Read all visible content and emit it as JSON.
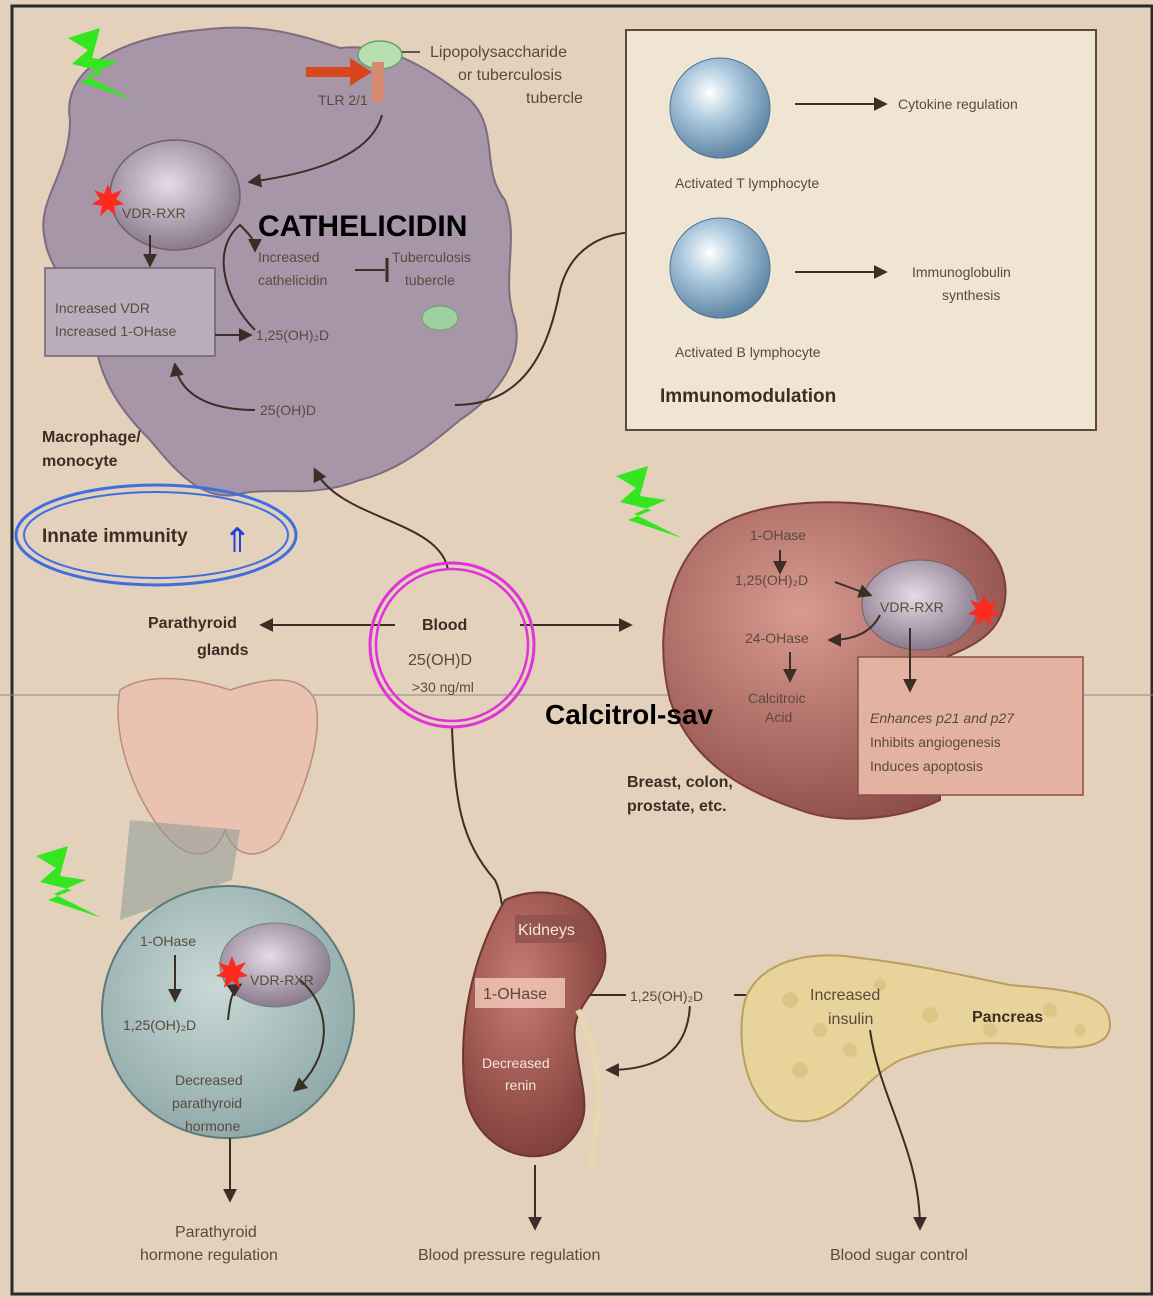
{
  "colors": {
    "background": "#e3d1bb",
    "frame": "#2b2b2b",
    "macrophage": "#a796a8",
    "organ": "#b07068",
    "pancreas": "#e8d49a",
    "parathyroid_cell": "#a8bcbc",
    "lightning": "#33e61f",
    "burst": "#ff2a1f",
    "innate_ring": "#3d6fe0",
    "blood_ring": "#e032d8",
    "arrow_red": "#d9461b"
  },
  "overlays": {
    "cathelicidin": "CATHELICIDIN",
    "calcitrol": "Calcitrol-sav",
    "innate_immunity": "Innate immunity",
    "up_arrow": "⇑"
  },
  "macrophage": {
    "lps_line1": "Lipopolysaccharide",
    "lps_line2": "or tuberculosis",
    "lps_line3": "tubercle",
    "tlr": "TLR 2/1",
    "vdr_rxr": "VDR-RXR",
    "increased_vdr": "Increased VDR",
    "increased_ohase": "Increased 1-OHase",
    "increased_cath_1": "Increased",
    "increased_cath_2": "cathelicidin",
    "tb_1": "Tuberculosis",
    "tb_2": "tubercle",
    "oh2d": "1,25(OH)₂D",
    "ohd": "25(OH)D",
    "label_1": "Macrophage/",
    "label_2": "monocyte"
  },
  "immuno": {
    "t_cell": "Activated T lymphocyte",
    "t_effect": "Cytokine regulation",
    "b_cell": "Activated B lymphocyte",
    "b_effect_1": "Immunoglobulin",
    "b_effect_2": "synthesis",
    "title": "Immunomodulation"
  },
  "blood": {
    "title": "Blood",
    "value": "25(OH)D",
    "range": ">30 ng/ml"
  },
  "parathyroid": {
    "glands_1": "Parathyroid",
    "glands_2": "glands",
    "ohase": "1-OHase",
    "oh2d": "1,25(OH)₂D",
    "vdr_rxr": "VDR-RXR",
    "pth_1": "Decreased",
    "pth_2": "parathyroid",
    "pth_3": "hormone",
    "reg_1": "Parathyroid",
    "reg_2": "hormone regulation"
  },
  "cancer_cell": {
    "ohase": "1-OHase",
    "oh2d": "1,25(OH)₂D",
    "vdr_rxr": "VDR-RXR",
    "h24": "24-OHase",
    "calc_1": "Calcitroic",
    "calc_2": "Acid",
    "e1": "Enhances p21 and p27",
    "e2": "Inhibits angiogenesis",
    "e3": "Induces apoptosis",
    "tissues_1": "Breast, colon,",
    "tissues_2": "prostate, etc."
  },
  "kidney": {
    "title": "Kidneys",
    "ohase": "1-OHase",
    "renin_1": "Decreased",
    "renin_2": "renin",
    "oh2d": "1,25(OH)₂D",
    "bp": "Blood pressure regulation"
  },
  "pancreas": {
    "title": "Pancreas",
    "ins_1": "Increased",
    "ins_2": "insulin",
    "sugar": "Blood sugar control"
  }
}
